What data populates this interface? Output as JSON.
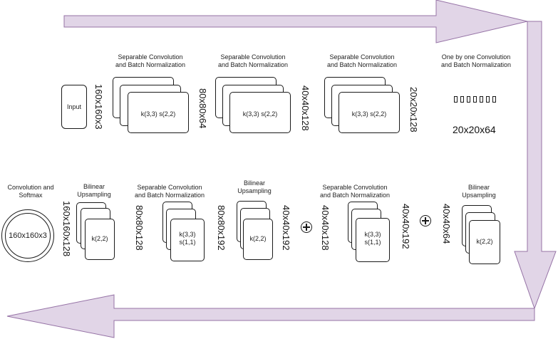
{
  "colors": {
    "arrow_fill": "#e1d5e7",
    "arrow_stroke": "#9673a6",
    "line": "#1a1a1a"
  },
  "top_row": {
    "input_label": "Input",
    "input_dim": "160x160x3",
    "block1": {
      "title": "Separable Convolution\nand Batch Normalization",
      "kernel": "k(3,3) s(2,2)",
      "dim": "80x80x64"
    },
    "block2": {
      "title": "Separable Convolution\nand Batch Normalization",
      "kernel": "k(3,3) s(2,2)",
      "dim": "40x40x128"
    },
    "block3": {
      "title": "Separable Convolution\nand Batch Normalization",
      "kernel": "k(3,3) s(2,2)",
      "dim": "20x20x128"
    },
    "block4": {
      "title": "One by one Convolution\nand Batch Normalization",
      "dim": "20x20x64"
    }
  },
  "bottom_row": {
    "output": {
      "title": "Convolution and\nSoftmax",
      "label": "160x160x3"
    },
    "up1": {
      "title": "Bilinear\nUpsampling",
      "kernel": "k(2,2)",
      "dim": "160x160x128"
    },
    "sep1": {
      "title": "Separable Convolution\nand Batch Normalization",
      "kernel": "k(3,3)\ns(1,1)",
      "dim_left": "80x80x128",
      "dim_right": "80x80x192"
    },
    "up2": {
      "title": "Bilinear\nUpsampling",
      "kernel": "k(2,2)",
      "dim": "40x40x192"
    },
    "sep2": {
      "title": "Separable Convolution\nand Batch Normalization",
      "kernel": "k(3,3)\ns(1,1)",
      "dim_left": "40x40x128",
      "dim_right": "40x40x192"
    },
    "up3": {
      "title": "Bilinear\nUpsampling",
      "kernel": "k(2,2)",
      "dim": "40x40x64"
    }
  }
}
